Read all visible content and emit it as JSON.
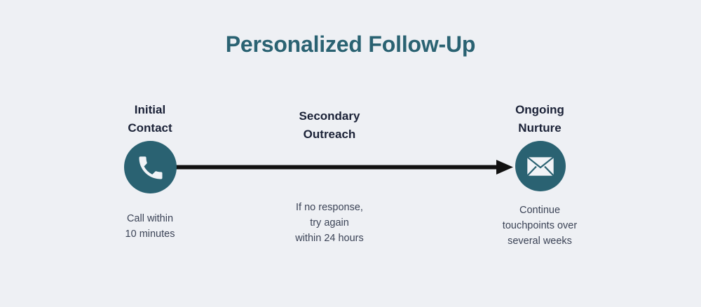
{
  "diagram": {
    "title": "Personalized Follow-Up",
    "background_color": "#eef0f4",
    "accent_color": "#2a6272",
    "heading_color": "#1b2237",
    "body_color": "#3b4356",
    "connector_color": "#111111",
    "stages": [
      {
        "heading": "Initial\nContact",
        "description": "Call within\n10 minutes",
        "icon": "phone-icon"
      },
      {
        "heading": "Secondary\nOutreach",
        "description": "If no response,\ntry again\nwithin 24 hours",
        "icon": null
      },
      {
        "heading": "Ongoing\nNurture",
        "description": "Continue\ntouchpoints over\nseveral weeks",
        "icon": "envelope-icon"
      }
    ],
    "connector": {
      "from": "Initial Contact",
      "to": "Ongoing Nurture",
      "style": "solid-arrow-right"
    }
  }
}
